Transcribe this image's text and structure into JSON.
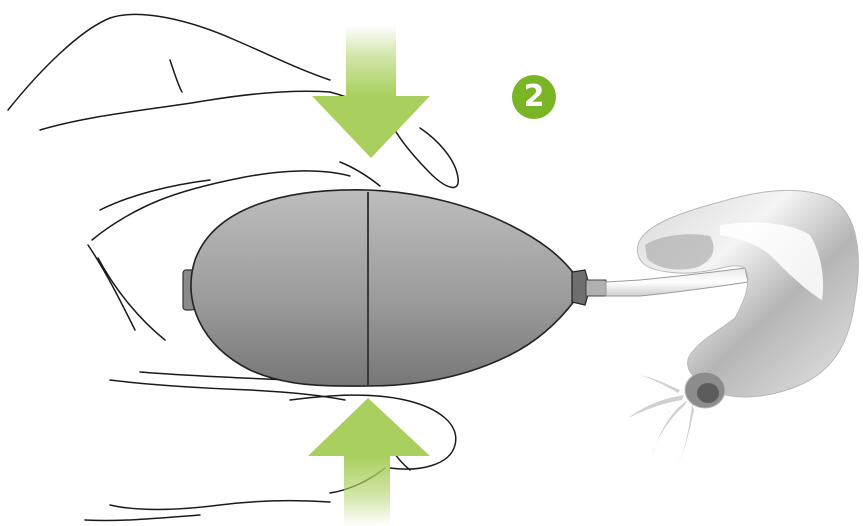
{
  "step": {
    "number": "2",
    "color": "#7ab526"
  },
  "colors": {
    "arrow": "#a9cf5e",
    "bulb_light": "#b8b8b8",
    "bulb_dark": "#7a7a7a",
    "outline": "#1a1a1a",
    "earmold_light": "#f0f0f0",
    "earmold_dark": "#9a9a9a"
  },
  "figure": {
    "elements": [
      "hand-outline",
      "squeeze-bulb",
      "connector-tube",
      "earmold",
      "press-arrow-top",
      "press-arrow-bottom",
      "water-spray"
    ]
  }
}
